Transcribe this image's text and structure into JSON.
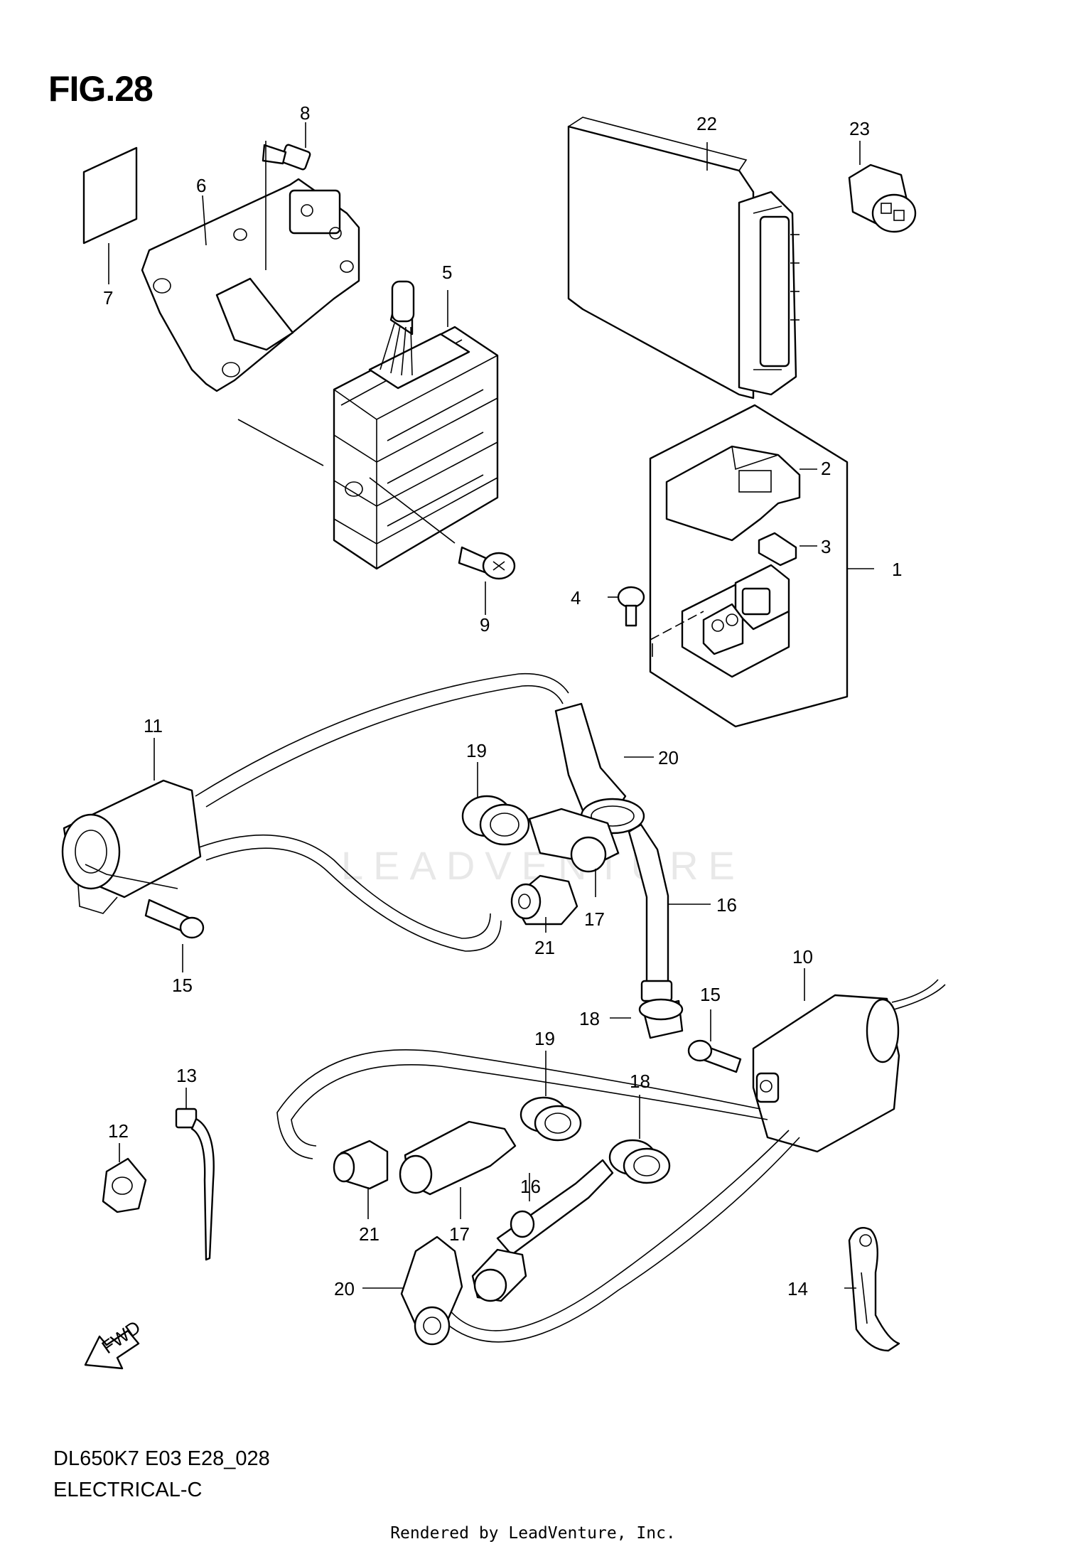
{
  "figure": {
    "title": "FIG.28"
  },
  "callouts": [
    "1",
    "2",
    "3",
    "4",
    "5",
    "6",
    "7",
    "8",
    "9",
    "10",
    "11",
    "12",
    "13",
    "14",
    "15",
    "16",
    "17",
    "18",
    "19",
    "20",
    "21",
    "22",
    "23"
  ],
  "footer": {
    "model_code": "DL650K7 E03 E28_028",
    "section": "ELECTRICAL-C",
    "rendered_by": "Rendered by LeadVenture, Inc."
  },
  "watermark": {
    "text": "LEADVENTURE"
  },
  "fwd_marker": {
    "text": "FWD"
  }
}
